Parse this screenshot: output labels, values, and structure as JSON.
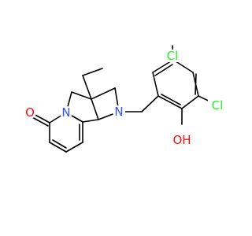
{
  "molecule": {
    "atoms": {
      "o_carbonyl": "O",
      "n_ring": "N",
      "n_amine": "N",
      "cl_top": "Cl",
      "cl_right": "Cl",
      "oh": "OH"
    },
    "colors": {
      "bond": "#000000",
      "oxygen": "#ff0d0d",
      "nitrogen": "#3050f8",
      "chlorine": "#1ff01f",
      "background": "#ffffff"
    }
  }
}
